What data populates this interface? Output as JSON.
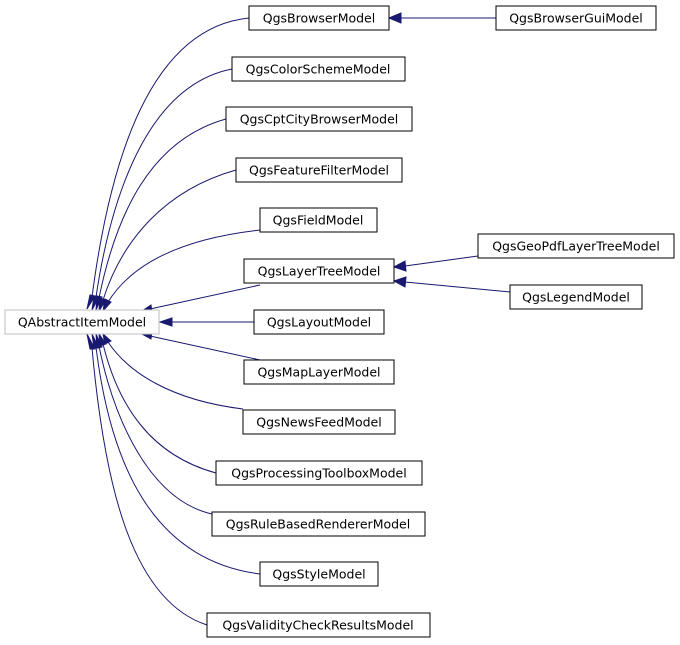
{
  "diagram": {
    "root": "QAbstractItemModel",
    "nodes": [
      {
        "id": "root",
        "label": "QAbstractItemModel"
      },
      {
        "id": "browser",
        "label": "QgsBrowserModel"
      },
      {
        "id": "browsergui",
        "label": "QgsBrowserGuiModel"
      },
      {
        "id": "colorscheme",
        "label": "QgsColorSchemeModel"
      },
      {
        "id": "cptcity",
        "label": "QgsCptCityBrowserModel"
      },
      {
        "id": "featurefilter",
        "label": "QgsFeatureFilterModel"
      },
      {
        "id": "field",
        "label": "QgsFieldModel"
      },
      {
        "id": "layertree",
        "label": "QgsLayerTreeModel"
      },
      {
        "id": "geopdf",
        "label": "QgsGeoPdfLayerTreeModel"
      },
      {
        "id": "legend",
        "label": "QgsLegendModel"
      },
      {
        "id": "layout",
        "label": "QgsLayoutModel"
      },
      {
        "id": "maplayer",
        "label": "QgsMapLayerModel"
      },
      {
        "id": "newsfeed",
        "label": "QgsNewsFeedModel"
      },
      {
        "id": "processing",
        "label": "QgsProcessingToolboxModel"
      },
      {
        "id": "rulebased",
        "label": "QgsRuleBasedRendererModel"
      },
      {
        "id": "style",
        "label": "QgsStyleModel"
      },
      {
        "id": "validity",
        "label": "QgsValidityCheckResultsModel"
      }
    ],
    "edges": [
      {
        "from": "browser",
        "to": "root"
      },
      {
        "from": "colorscheme",
        "to": "root"
      },
      {
        "from": "cptcity",
        "to": "root"
      },
      {
        "from": "featurefilter",
        "to": "root"
      },
      {
        "from": "field",
        "to": "root"
      },
      {
        "from": "layertree",
        "to": "root"
      },
      {
        "from": "layout",
        "to": "root"
      },
      {
        "from": "maplayer",
        "to": "root"
      },
      {
        "from": "newsfeed",
        "to": "root"
      },
      {
        "from": "processing",
        "to": "root"
      },
      {
        "from": "rulebased",
        "to": "root"
      },
      {
        "from": "style",
        "to": "root"
      },
      {
        "from": "validity",
        "to": "root"
      },
      {
        "from": "browsergui",
        "to": "browser"
      },
      {
        "from": "geopdf",
        "to": "layertree"
      },
      {
        "from": "legend",
        "to": "layertree"
      }
    ],
    "colors": {
      "edge": "#191970",
      "box_border": "#000000",
      "root_border": "#bfbfbf",
      "background": "#ffffff"
    }
  }
}
